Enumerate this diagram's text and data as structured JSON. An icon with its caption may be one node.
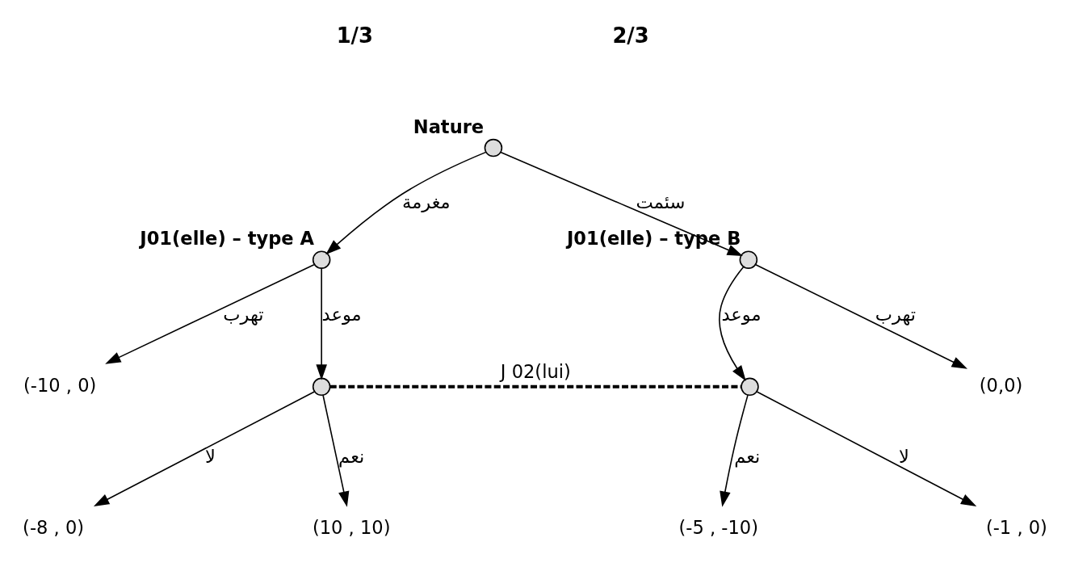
{
  "diagram": {
    "nodes": [
      {
        "text": [],
        "shape": "circle",
        "beside": [
          "Nature"
        ]
      },
      {
        "text": [],
        "shape": "circle",
        "beside": [
          "J01(elle) – type A"
        ]
      },
      {
        "text": [],
        "shape": "circle",
        "beside": [
          "J01(elle) – type B"
        ]
      },
      {
        "text": [
          "(-10 , 0)"
        ]
      },
      {
        "text": [],
        "shape": "circle"
      },
      {
        "text": [],
        "shape": "circle"
      },
      {
        "text": [
          "(0,0)"
        ]
      },
      {
        "text": [
          "(-8 , 0)"
        ]
      },
      {
        "text": [
          "(10 , 10)"
        ]
      },
      {
        "text": [
          "(-5 , -10)"
        ]
      },
      {
        "text": [
          "(-1 , 0)"
        ]
      }
    ],
    "edges": [
      {
        "from": 0,
        "to": 1,
        "arrow": "to",
        "label": "مغرمة"
      },
      {
        "from": 0,
        "to": 2,
        "arrow": "to",
        "label": "سئمت"
      },
      {
        "from": 1,
        "to": 3,
        "arrow": "to",
        "label": "تهرب"
      },
      {
        "from": 1,
        "to": 4,
        "arrow": "to",
        "label": "موعد"
      },
      {
        "from": 2,
        "to": 5,
        "arrow": "to",
        "label": "موعد"
      },
      {
        "from": 2,
        "to": 6,
        "arrow": "to",
        "label": "تهرب"
      },
      {
        "from": 4,
        "to": 5,
        "arrow": "none",
        "label": "J 02(lui)",
        "style": "dashed"
      },
      {
        "from": 4,
        "to": 7,
        "arrow": "to",
        "label": "لا"
      },
      {
        "from": 4,
        "to": 8,
        "arrow": "to",
        "label": "نعم"
      },
      {
        "from": 5,
        "to": 9,
        "arrow": "to",
        "label": "نعم"
      },
      {
        "from": 5,
        "to": 10,
        "arrow": "to",
        "label": "لا"
      }
    ],
    "labels": [
      "1/3",
      "2/3"
    ]
  }
}
